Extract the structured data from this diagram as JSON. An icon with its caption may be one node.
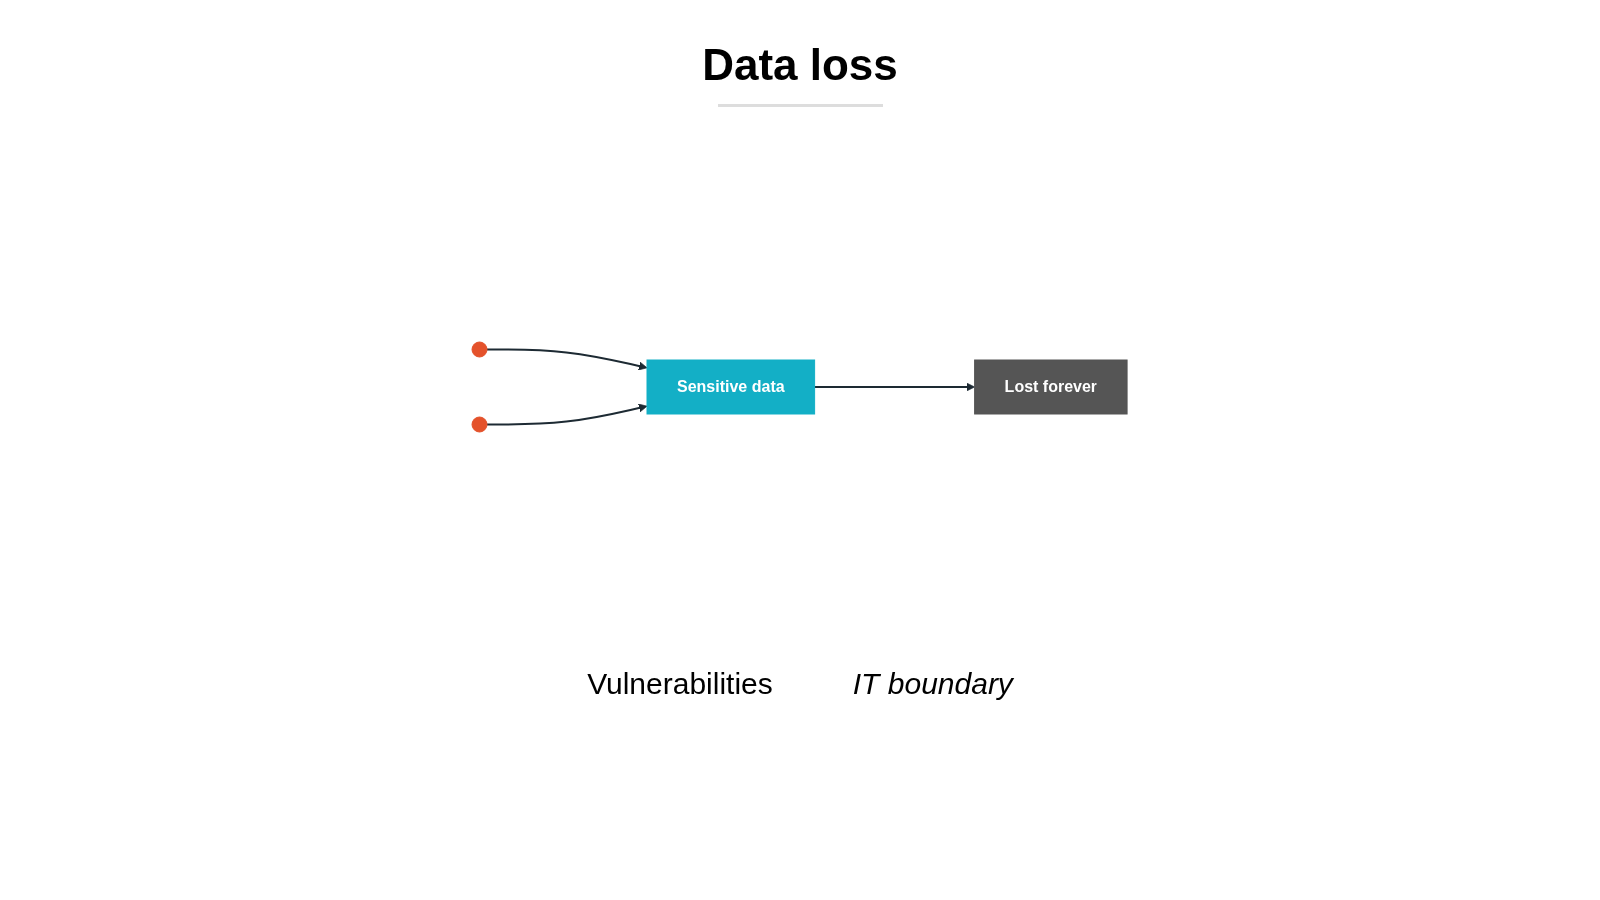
{
  "diagram": {
    "title": "Data loss",
    "nodes": [
      {
        "text": [
          "Sensitive data"
        ]
      },
      {
        "text": [],
        "shape": "circle"
      },
      {
        "text": [],
        "shape": "circle"
      },
      {
        "text": [
          "Lost forever"
        ]
      }
    ],
    "edges": [
      {
        "from": 1,
        "to": 0,
        "arrow": "to"
      },
      {
        "from": 2,
        "to": 0,
        "arrow": "to"
      },
      {
        "from": 0,
        "to": 3,
        "arrow": "to"
      }
    ],
    "labels": [
      "Vulnerabilities",
      "IT boundary"
    ]
  }
}
